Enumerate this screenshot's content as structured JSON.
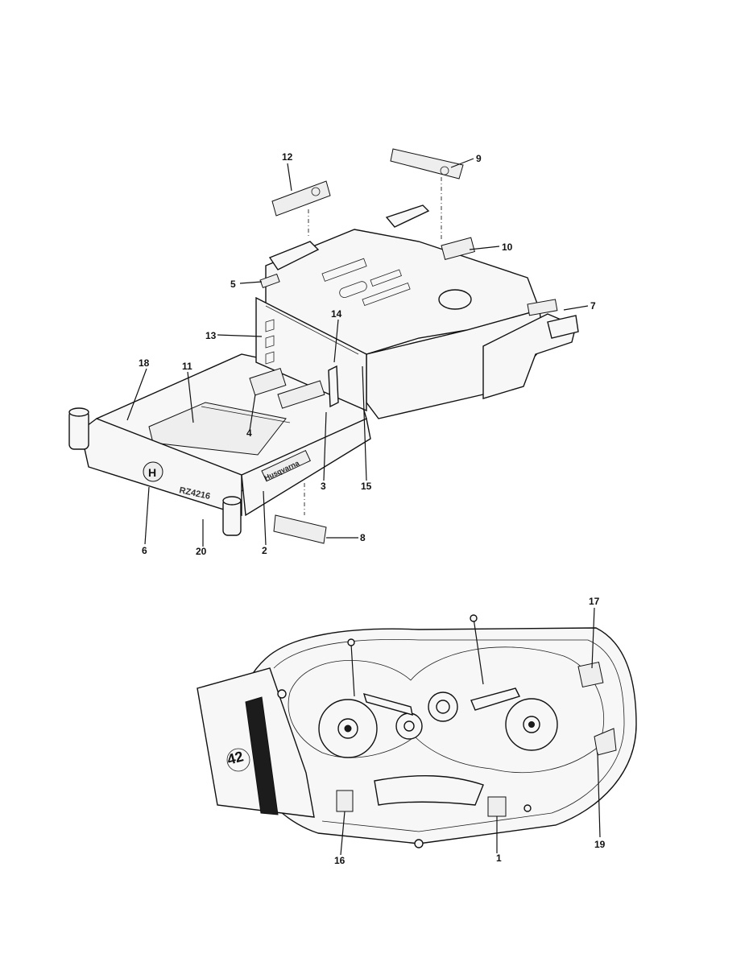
{
  "callouts": {
    "c1": "1",
    "c2": "2",
    "c3": "3",
    "c4": "4",
    "c5": "5",
    "c6": "6",
    "c7": "7",
    "c8": "8",
    "c9": "9",
    "c10": "10",
    "c11": "11",
    "c12": "12",
    "c13": "13",
    "c14": "14",
    "c15": "15",
    "c16": "16",
    "c17": "17",
    "c18": "18",
    "c19": "19",
    "c20": "20"
  },
  "logos": {
    "model_text": "RZ4216",
    "brand_text": "Husqvarna",
    "deck_size_text": "42"
  }
}
